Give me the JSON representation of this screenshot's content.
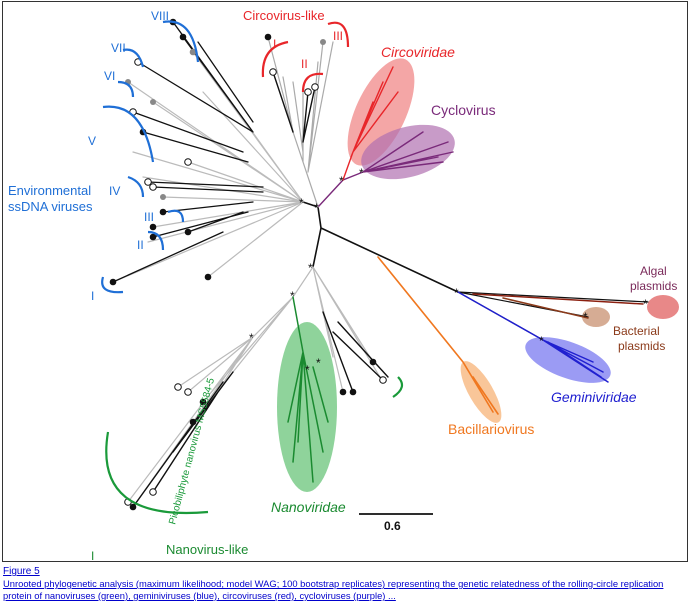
{
  "figure": {
    "labels": {
      "circovirus_like": "Circovirus-like",
      "circo_I": "I",
      "circo_II": "II",
      "circo_III": "III",
      "circoviridae": "Circoviridae",
      "cyclovirus": "Cyclovirus",
      "env_1": "Environmental",
      "env_2": "ssDNA viruses",
      "env_I": "I",
      "env_II": "II",
      "env_III": "III",
      "env_IV": "IV",
      "env_V": "V",
      "env_VI": "VI",
      "env_VII": "VII",
      "env_VIII": "VIII",
      "algal_1": "Algal",
      "algal_2": "plasmids",
      "bacterial_1": "Bacterial",
      "bacterial_2": "plasmids",
      "geminiviridae": "Geminiviridae",
      "bacillariovirus": "Bacillariovirus",
      "nanoviridae": "Nanoviridae",
      "picobiliphyte": "Picobiliphyte nanovirus MS5584-5",
      "nanovirus_like": "Nanovirus-like",
      "nano_I": "I",
      "scale": "0.6"
    },
    "colors": {
      "circo": "#e8262a",
      "cyclo": "#7a2a7a",
      "env": "#1f6fd6",
      "gemini": "#2020d0",
      "bacillario": "#f07820",
      "nano": "#1a9a3a",
      "bact": "#8b3a1a",
      "algal": "#a01010"
    }
  },
  "caption": {
    "title": "Figure 5",
    "text": "Unrooted phylogenetic analysis (maximum likelihood; model WAG; 100 bootstrap replicates) representing the genetic relatedness of the rolling-circle replication protein of nanoviruses (green), geminiviruses (blue), circoviruses (red), cycloviruses (purple) ..."
  }
}
